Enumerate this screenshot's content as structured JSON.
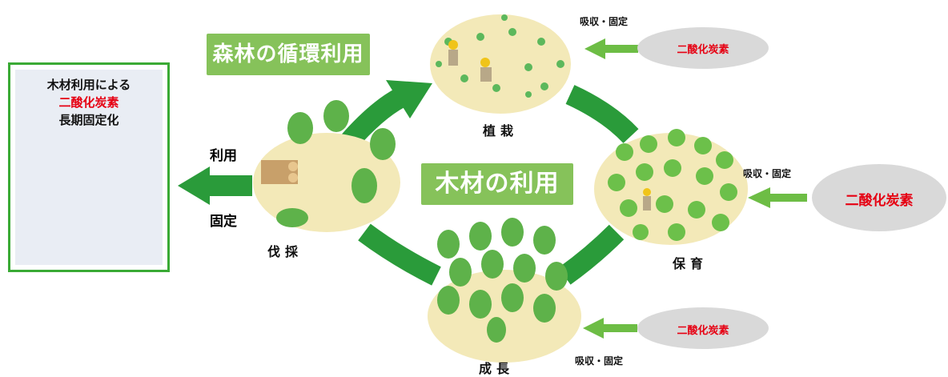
{
  "panel": {
    "line1": "木材利用による",
    "line2": "二酸化炭素",
    "line3": "長期固定化"
  },
  "banners": {
    "forest_cycle": "森林の循環利用",
    "wood_use": "木材の利用"
  },
  "stages": {
    "planting": "植栽",
    "nurturing": "保育",
    "growth": "成長",
    "harvest": "伐採"
  },
  "left_arrow": {
    "top": "利用",
    "bottom": "固定"
  },
  "co2": {
    "label": "二酸化炭素",
    "absorb": "吸収・固定"
  },
  "colors": {
    "green_arrow": "#2a9b3a",
    "panel_border": "#3aaa35",
    "banner": "#86c25a",
    "co2_text": "#e60012",
    "co2_bubble": "#d9d9d9",
    "ground": "#f3e9b8",
    "tree": "#5cb85c"
  }
}
